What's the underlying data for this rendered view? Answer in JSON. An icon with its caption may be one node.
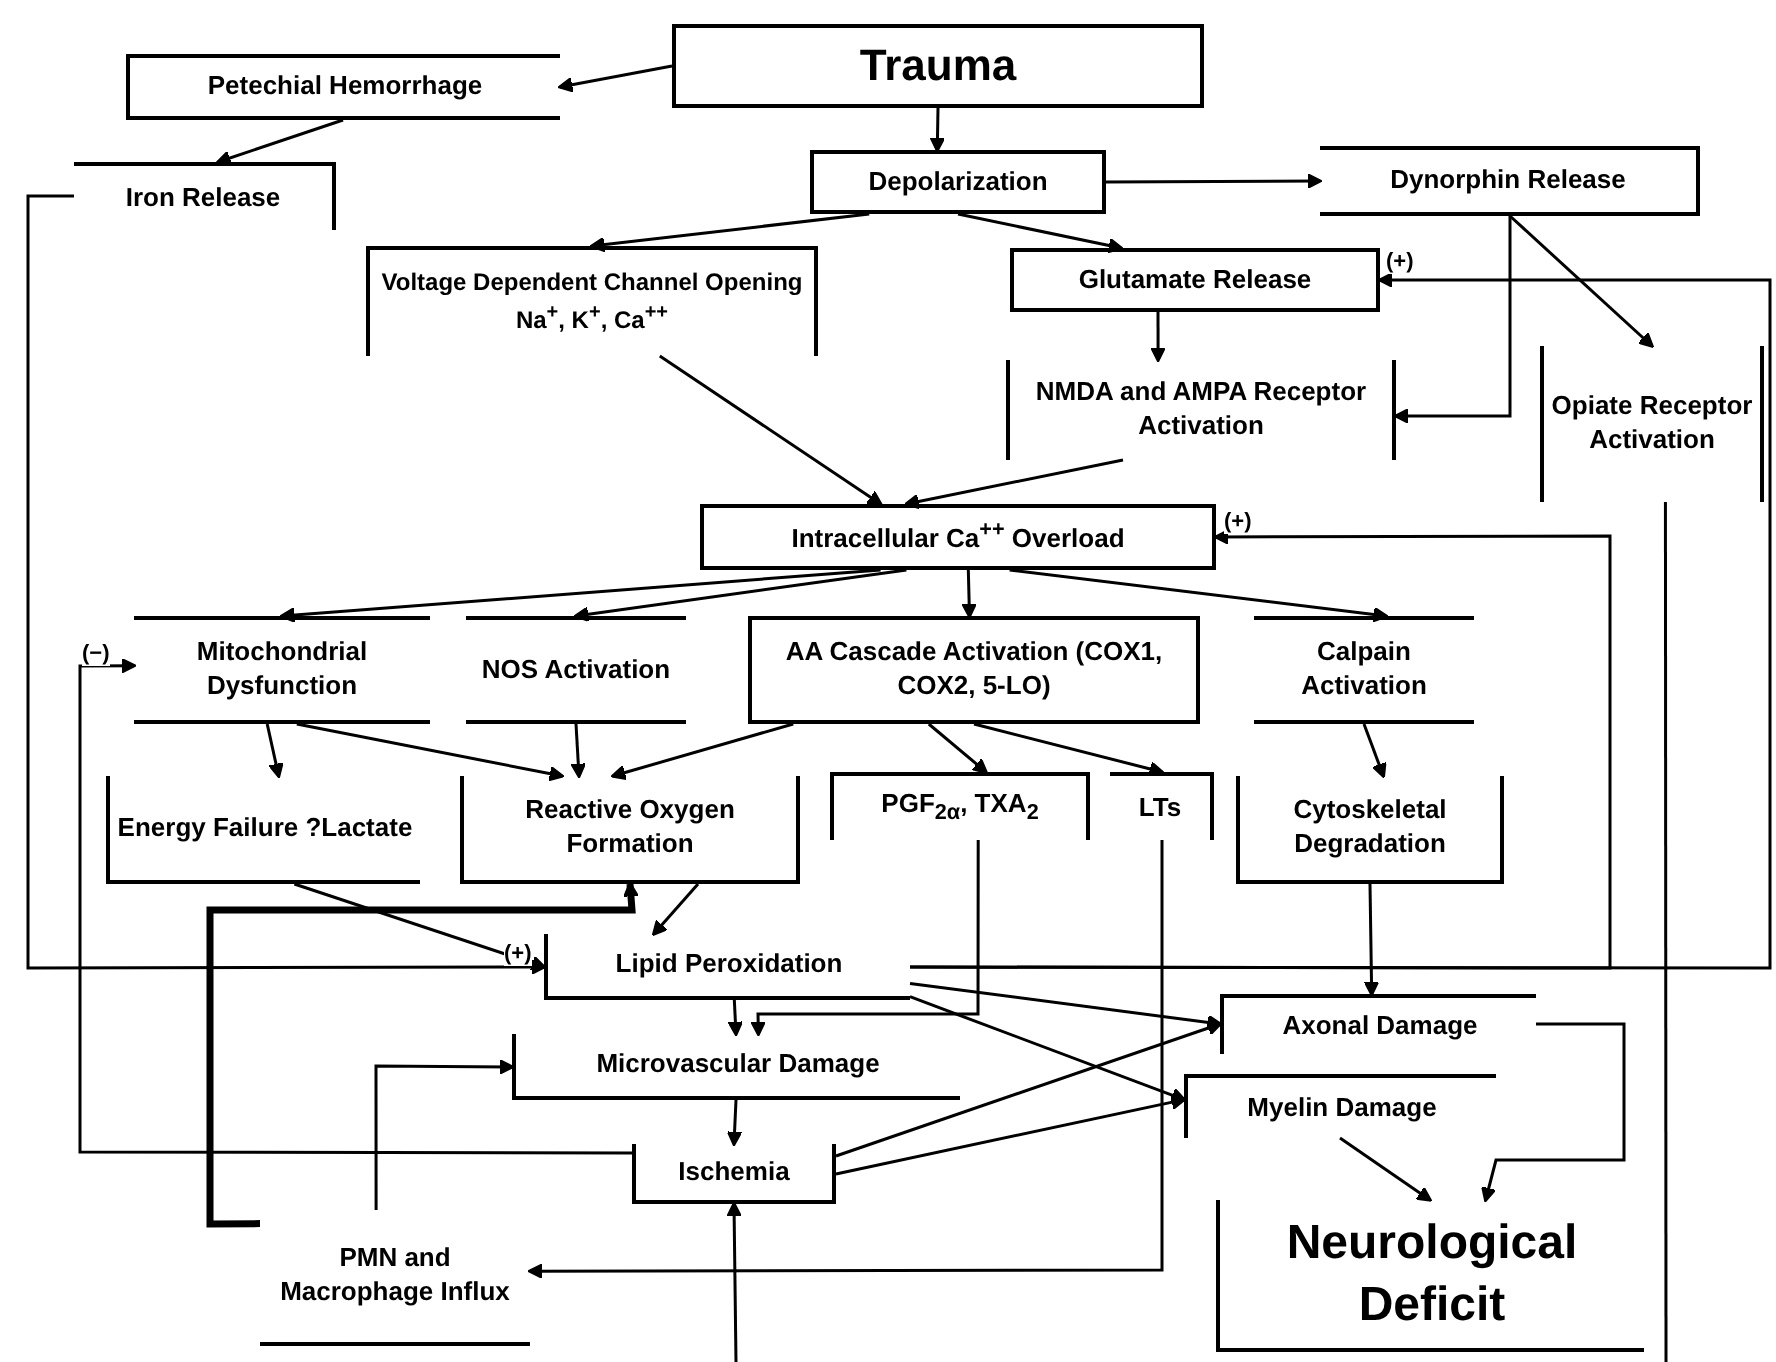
{
  "diagram": {
    "nodes": [
      {
        "text": [
          "Trauma"
        ]
      },
      {
        "text": [
          "Petechial Hemorrhage"
        ]
      },
      {
        "text": [
          "Iron Release"
        ]
      },
      {
        "text": [
          "Depolarization"
        ]
      },
      {
        "text": [
          "Dynorphin Release"
        ]
      },
      {
        "text": [
          "Voltage Dependent Channel Opening Na$^{+}$, K$^{+}$, Ca$^{++}$"
        ]
      },
      {
        "text": [
          "Glutamate Release"
        ]
      },
      {
        "text": [
          "NMDA and AMPA Receptor Activation"
        ]
      },
      {
        "text": [
          "Opiate Receptor Activation"
        ]
      },
      {
        "text": [
          "Intracellular Ca$^{++}$ Overload"
        ]
      },
      {
        "text": [
          "Mitochondrial Dysfunction"
        ]
      },
      {
        "text": [
          "NOS Activation"
        ]
      },
      {
        "text": [
          "AA Cascade Activation (COX1, COX2, 5-LO)"
        ]
      },
      {
        "text": [
          "Calpain Activation"
        ]
      },
      {
        "text": [
          "Energy Failure ?Lactate"
        ]
      },
      {
        "text": [
          "Reactive Oxygen Formation"
        ]
      },
      {
        "text": [
          "PGF$_{2α}$, TXA$_{2}$"
        ]
      },
      {
        "text": [
          "LTs"
        ]
      },
      {
        "text": [
          "Cytoskeletal Degradation"
        ]
      },
      {
        "text": [
          "Lipid Peroxidation"
        ]
      },
      {
        "text": [
          "Microvascular Damage"
        ]
      },
      {
        "text": [
          "Ischemia"
        ]
      },
      {
        "text": [
          "PMN and Macrophage Influx"
        ]
      },
      {
        "text": [
          "Axonal Damage"
        ]
      },
      {
        "text": [
          "Myelin Damage"
        ]
      },
      {
        "text": [
          "Neurological Deficit"
        ]
      }
    ],
    "edges": [
      {
        "from": 0,
        "to": 1,
        "arrow": "to"
      },
      {
        "from": 1,
        "to": 2,
        "arrow": "to"
      },
      {
        "from": 0,
        "to": 3,
        "arrow": "to"
      },
      {
        "from": 3,
        "to": 4,
        "arrow": "to"
      },
      {
        "from": 3,
        "to": 5,
        "arrow": "to"
      },
      {
        "from": 3,
        "to": 6,
        "arrow": "to"
      },
      {
        "from": 6,
        "to": 7,
        "arrow": "to"
      },
      {
        "from": 4,
        "to": 7,
        "arrow": "to"
      },
      {
        "from": 4,
        "to": 8,
        "arrow": "to"
      },
      {
        "from": 5,
        "to": 9,
        "arrow": "to"
      },
      {
        "from": 7,
        "to": 9,
        "arrow": "to"
      },
      {
        "from": 9,
        "to": 10,
        "arrow": "to"
      },
      {
        "from": 9,
        "to": 11,
        "arrow": "to"
      },
      {
        "from": 9,
        "to": 12,
        "arrow": "to"
      },
      {
        "from": 9,
        "to": 13,
        "arrow": "to"
      },
      {
        "from": 10,
        "to": 14,
        "arrow": "to"
      },
      {
        "from": 10,
        "to": 15,
        "arrow": "to"
      },
      {
        "from": 11,
        "to": 15,
        "arrow": "to"
      },
      {
        "from": 12,
        "to": 15,
        "arrow": "to"
      },
      {
        "from": 12,
        "to": 16,
        "arrow": "to"
      },
      {
        "from": 12,
        "to": 17,
        "arrow": "to"
      },
      {
        "from": 13,
        "to": 18,
        "arrow": "to"
      },
      {
        "from": 14,
        "to": 19,
        "arrow": "to"
      },
      {
        "from": 15,
        "to": 19,
        "arrow": "to"
      },
      {
        "from": 22,
        "to": 15,
        "arrow": "to",
        "style": "thick"
      },
      {
        "from": 2,
        "to": 19,
        "arrow": "to"
      },
      {
        "from": 19,
        "to": 9,
        "arrow": "to"
      },
      {
        "from": 19,
        "to": 6,
        "arrow": "to"
      },
      {
        "from": 19,
        "to": 20,
        "arrow": "to"
      },
      {
        "from": 16,
        "to": 20,
        "arrow": "to"
      },
      {
        "from": 20,
        "to": 21,
        "arrow": "to"
      },
      {
        "from": 22,
        "to": 20,
        "arrow": "to"
      },
      {
        "from": 21,
        "to": 10,
        "arrow": "to"
      },
      {
        "from": 21,
        "to": 23,
        "arrow": "to"
      },
      {
        "from": 21,
        "to": 24,
        "arrow": "to"
      },
      {
        "from": 19,
        "to": 23,
        "arrow": "to"
      },
      {
        "from": 19,
        "to": 24,
        "arrow": "to"
      },
      {
        "from": 17,
        "to": 22,
        "arrow": "to"
      },
      {
        "from": 18,
        "to": 23,
        "arrow": "to"
      },
      {
        "from": 23,
        "to": 25,
        "arrow": "to"
      },
      {
        "from": 24,
        "to": 25,
        "arrow": "to"
      },
      {
        "from": 8,
        "to": null,
        "arrow": "none"
      },
      {
        "from": null,
        "to": 21,
        "arrow": "to"
      }
    ],
    "labels": [
      "(+)",
      "(+)",
      "(−)",
      "(+)"
    ]
  }
}
